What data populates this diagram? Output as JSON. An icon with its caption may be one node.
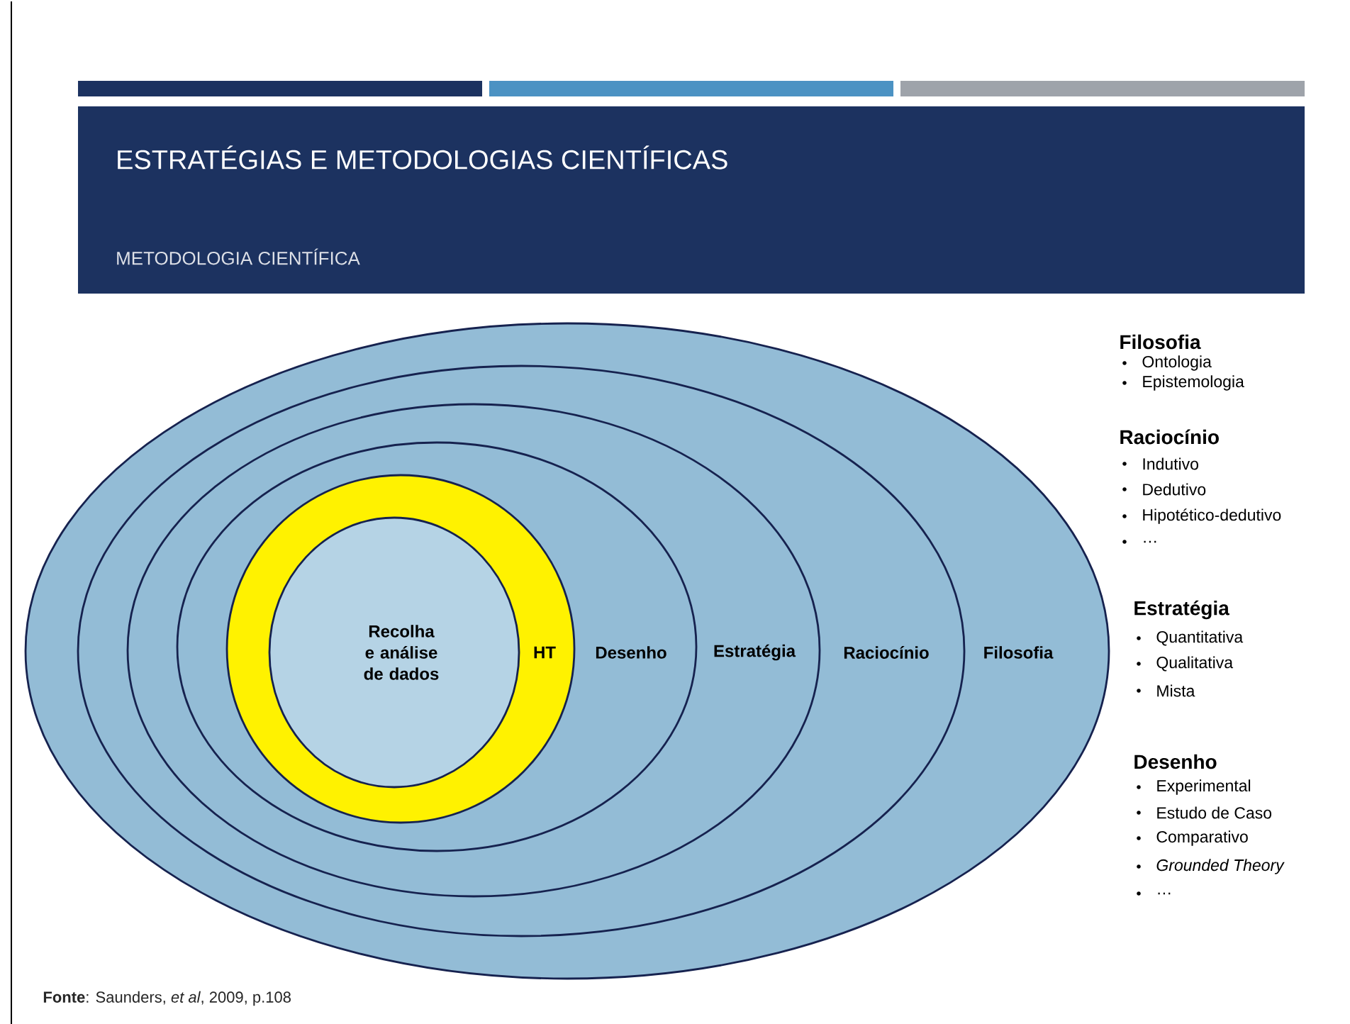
{
  "diagram": {
    "title": "ESTRATÉGIAS E METODOLOGIAS CIENTÍFICAS",
    "caption": "**Fonte**: Saunders, *et al*, 2009, p.108",
    "nodes": [
      {
        "text": [
          "Filosofia"
        ]
      },
      {
        "text": [
          "Raciocínio"
        ],
        "in": 0
      },
      {
        "text": [
          "Estratégia"
        ],
        "in": 1
      },
      {
        "text": [
          "Desenho"
        ],
        "in": 2
      },
      {
        "text": [
          "HT"
        ],
        "in": 3
      },
      {
        "text": [
          "Recolha e análise de dados"
        ],
        "in": 4
      }
    ],
    "labels": [
      "METODOLOGIA CIENTÍFICA",
      "Filosofia",
      "Ontologia",
      "Epistemologia",
      "Raciocínio",
      "Indutivo",
      "Dedutivo",
      "Hipotético-dedutivo",
      "…",
      "Estratégia",
      "Quantitativa",
      "Qualitativa",
      "Mista",
      "Desenho",
      "Experimental",
      "Estudo de Caso",
      "Comparativo",
      "Grounded Theory",
      "…"
    ]
  }
}
